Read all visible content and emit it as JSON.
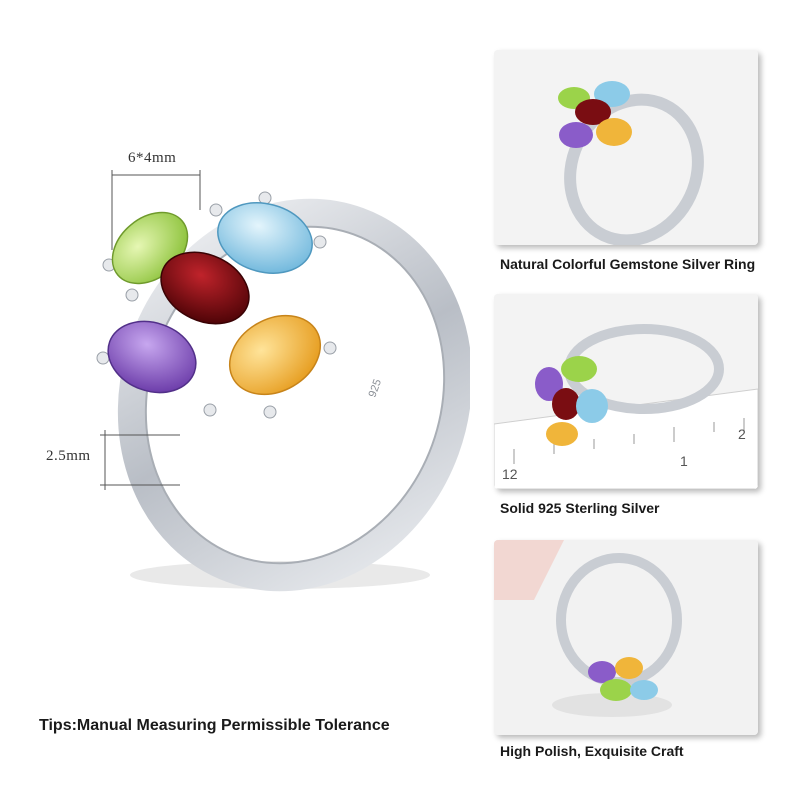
{
  "dimensions": {
    "stone_size": "6*4mm",
    "band_width": "2.5mm"
  },
  "tips": "Tips:Manual Measuring Permissible Tolerance",
  "panels": [
    {
      "caption": "Natural Colorful Gemstone Silver Ring"
    },
    {
      "caption": "Solid 925 Sterling Silver",
      "ruler_marks": [
        "12",
        "1",
        "2"
      ]
    },
    {
      "caption": "High Polish, Exquisite Craft"
    }
  ],
  "hallmark": "925",
  "colors": {
    "peridot": "#9bd34a",
    "blue_topaz": "#8ccbe8",
    "garnet": "#7a0d12",
    "amethyst": "#8a5cc9",
    "citrine": "#f0b53a",
    "silver": "#d9dde2"
  }
}
